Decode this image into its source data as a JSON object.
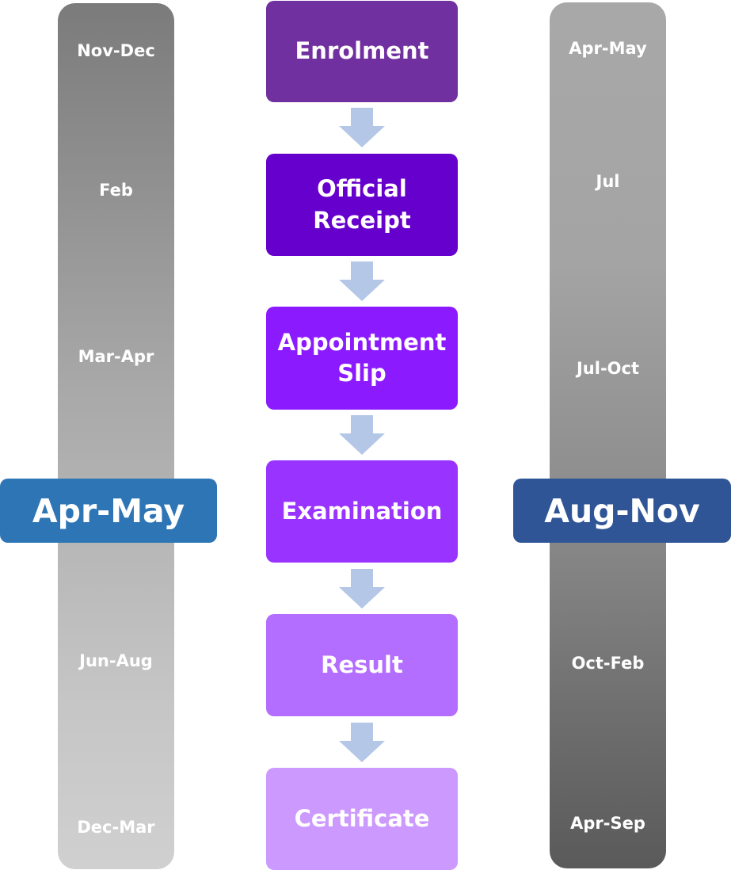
{
  "left_column": {
    "labels": [
      "Nov-Dec",
      "Feb",
      "Mar-Apr",
      "Jun-Aug",
      "Dec-Mar"
    ]
  },
  "right_column": {
    "labels": [
      "Apr-May",
      "Jul",
      "Jul-Oct",
      "Oct-Feb",
      "Apr-Sep"
    ]
  },
  "steps": [
    {
      "label": "Enrolment",
      "color": "#7030a0"
    },
    {
      "label": "Official\nReceipt",
      "color": "#6600cc"
    },
    {
      "label": "Appointment\nSlip",
      "color": "#8c1aff"
    },
    {
      "label": "Examination",
      "color": "#9933ff"
    },
    {
      "label": "Result",
      "color": "#b46eff"
    },
    {
      "label": "Certificate",
      "color": "#cc99ff"
    }
  ],
  "arrow_color": "#b4c7e7",
  "left_period": {
    "label": "Apr-May",
    "color": "#2e75b6"
  },
  "right_period": {
    "label": "Aug-Nov",
    "color": "#2f5597"
  }
}
